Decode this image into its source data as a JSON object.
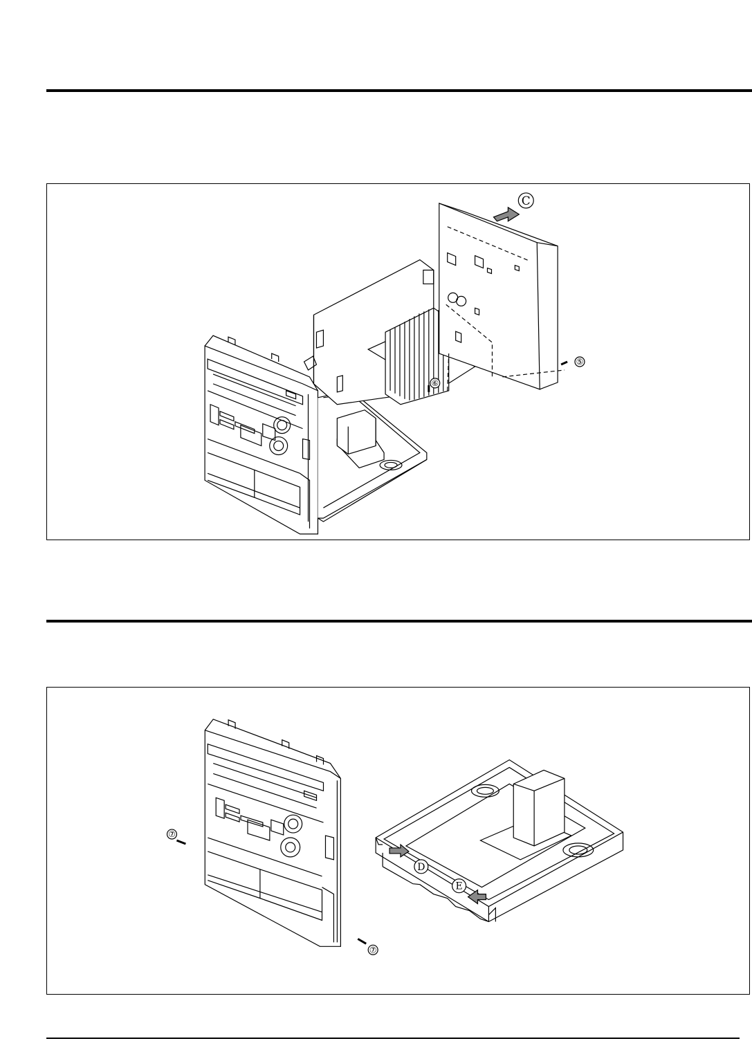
{
  "figure1": {
    "callouts": {
      "c": "C",
      "five": "⑤",
      "six": "⑥"
    }
  },
  "figure2": {
    "callouts": {
      "seven_left": "⑦",
      "seven_right": "⑦",
      "d": "D",
      "e": "E"
    }
  }
}
